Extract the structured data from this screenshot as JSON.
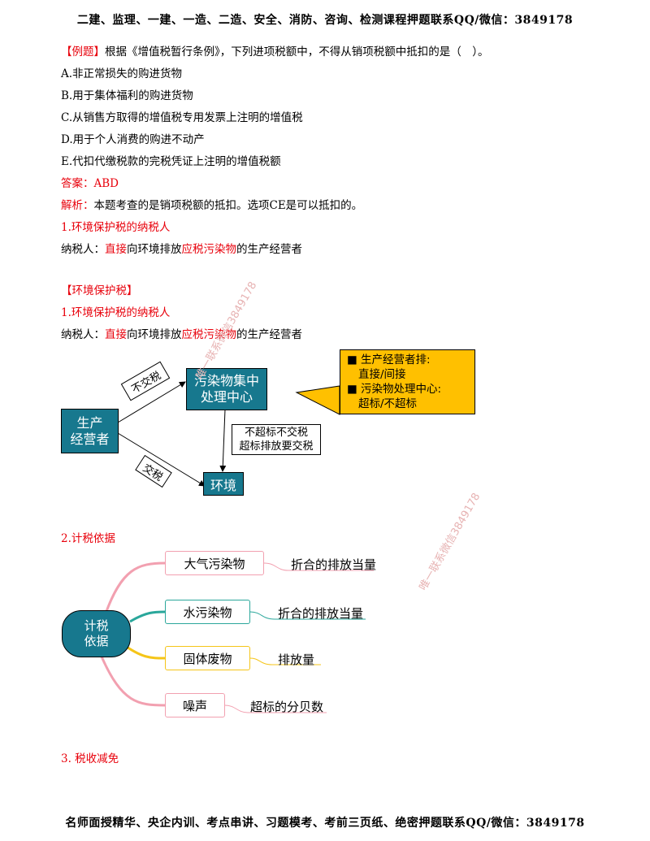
{
  "header": "二建、监理、一建、一造、二造、安全、消防、咨询、检测课程押题联系QQ/微信：3849178",
  "footer": "名师面授精华、央企内训、考点串讲、习题模考、考前三页纸、绝密押题联系QQ/微信：3849178",
  "example": {
    "tag": "【例题】",
    "question": "根据《增值税暂行条例》，下列进项税额中，不得从销项税额中抵扣的是（　）。",
    "options": [
      "A.非正常损失的购进货物",
      "B.用于集体福利的购进货物",
      "C.从销售方取得的增值税专用发票上注明的增值税",
      "D.用于个人消费的购进不动产",
      "E.代扣代缴税款的完税凭证上注明的增值税额"
    ],
    "answer": "答案：ABD",
    "analysis": "解析：本题考查的是销项税额的抵扣。选项CE是可以抵扣的。"
  },
  "section1": {
    "heading": "1.环境保护税的纳税人",
    "taxpayer_prefix": "纳税人：",
    "taxpayer_word1": "直接",
    "taxpayer_mid": "向环境排放",
    "taxpayer_word2": "应税污染物",
    "taxpayer_suffix": "的生产经营者"
  },
  "section2": {
    "tag": "【环境保护税】",
    "heading": "1.环境保护税的纳税人",
    "taxpayer_prefix": "纳税人：",
    "taxpayer_word1": "直接",
    "taxpayer_mid": "向环境排放",
    "taxpayer_word2": "应税污染物",
    "taxpayer_suffix": "的生产经营者"
  },
  "diagram1": {
    "producer_line1": "生产",
    "producer_line2": "经营者",
    "center_line1": "污染物集中",
    "center_line2": "处理中心",
    "environment": "环境",
    "label_no_tax": "不交税",
    "label_tax": "交税",
    "note_line1": "不超标不交税",
    "note_line2": "超标排放要交税",
    "callout": [
      "■ 生产经营者排:",
      "直接/间接",
      "■ 污染物处理中心:",
      "超标/不超标"
    ],
    "colors": {
      "teal": "#17788e",
      "callout": "#ffc000"
    }
  },
  "section3": {
    "heading": "2.计税依据"
  },
  "mindmap": {
    "center_line1": "计税",
    "center_line2": "依据",
    "branches": [
      {
        "label": "大气污染物",
        "leaf": "折合的排放当量",
        "color": "#f2a0b0"
      },
      {
        "label": "水污染物",
        "leaf": "折合的排放当量",
        "color": "#2aa79b"
      },
      {
        "label": "固体废物",
        "leaf": "排放量",
        "color": "#f5c518"
      },
      {
        "label": "噪声",
        "leaf": "超标的分贝数",
        "color": "#f2a0b0"
      }
    ]
  },
  "section4": {
    "heading": "3. 税收减免"
  },
  "watermarks": [
    "唯一联系微信3849178",
    "唯一联系微信3849178"
  ]
}
